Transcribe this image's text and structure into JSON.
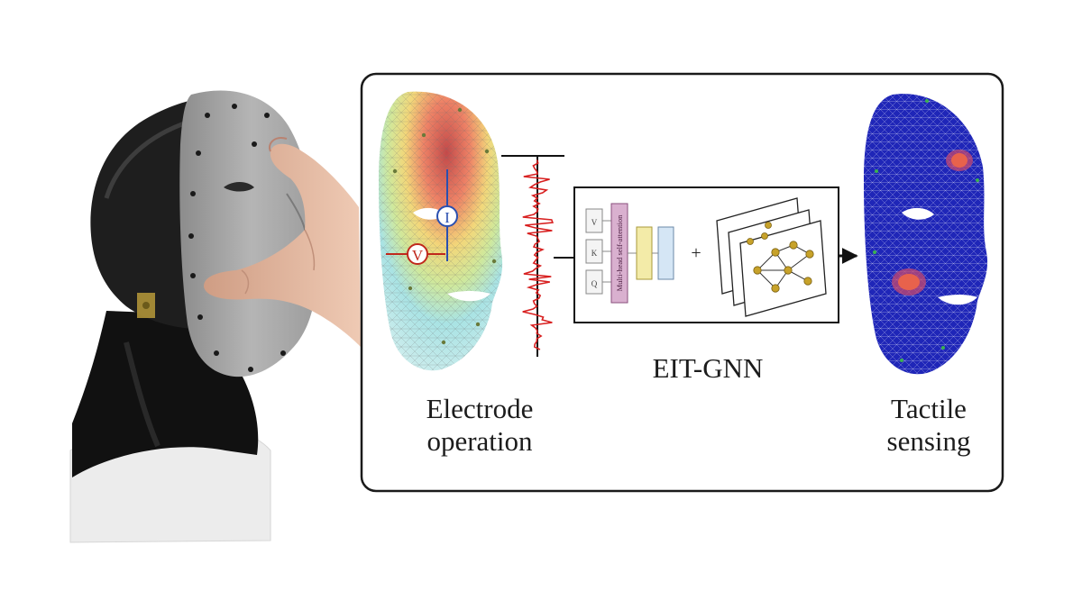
{
  "labels": {
    "electrode_operation": [
      "Electrode",
      "operation"
    ],
    "model": "EIT-GNN",
    "tactile_sensing": [
      "Tactile",
      "sensing"
    ],
    "circuit_current": "I",
    "circuit_voltage": "V",
    "attention_block": "Multi-head self-attention",
    "qkv": [
      "Q",
      "K",
      "V"
    ],
    "plus": "+"
  },
  "icons": [
    "robot-head-photo",
    "hand-photo",
    "potential-face-mesh",
    "signal-waveform",
    "transformer-block",
    "graph-stack",
    "arrow-right-icon",
    "tactile-face-mesh"
  ],
  "colors": {
    "frame": "#1a1a1a",
    "signal": "#d82020",
    "voltage_marker": "#c0281c",
    "current_marker": "#2a4fb0",
    "attention_fill": "#d9b0cf",
    "ffn_yellow": "#f3eba8",
    "ffn_blue": "#d5e6f5",
    "graph_node": "#c7a22a",
    "tactile_bg": "#1f26b8",
    "tactile_hot": "#e8624c"
  }
}
